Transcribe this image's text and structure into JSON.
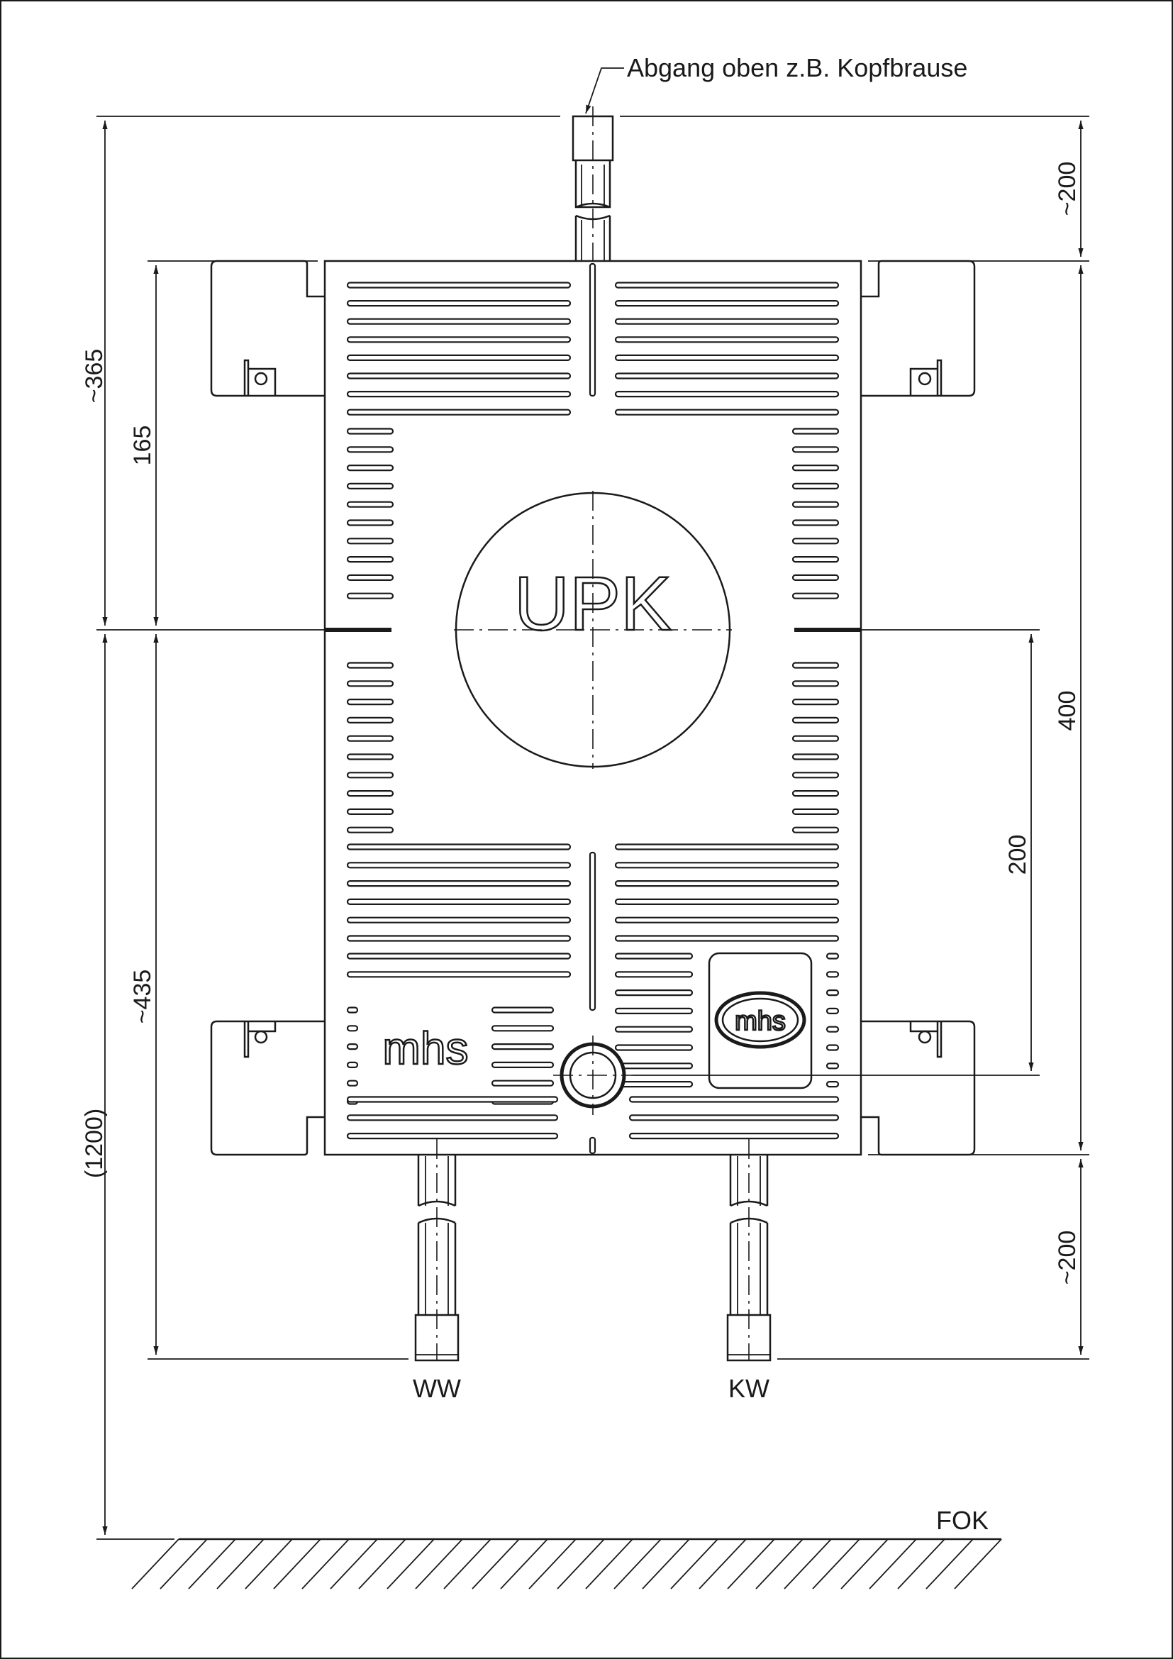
{
  "labels": {
    "top_outlet": "Abgang oben z.B. Kopfbrause",
    "warm_water": "WW",
    "cold_water": "KW",
    "floor": "FOK",
    "center_logo": "UPK",
    "brand_left": "mhs",
    "brand_right": "mhs"
  },
  "dimensions": {
    "d_365": "~365",
    "d_165": "165",
    "d_435": "~435",
    "d_1200": "(1200)",
    "d_200_top": "~200",
    "d_400": "400",
    "d_200_mid": "200",
    "d_200_bottom": "~200"
  }
}
